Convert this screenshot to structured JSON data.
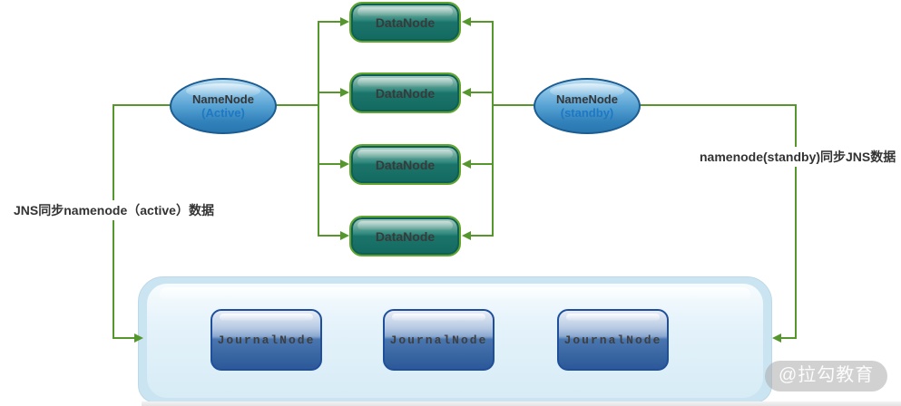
{
  "colors": {
    "connector_green": "#55962d",
    "datanode_fill": "#2a857b",
    "datanode_outline_green": "#61a52f",
    "datanode_border": "#0e5f57",
    "namenode_fill": "#4797cd",
    "namenode_border": "#1b5c92",
    "namenode_subtitle_text": "#1e78c2",
    "journalnode_fill": "#3a67a3",
    "journalnode_border": "#1f4f9b",
    "jns_container_fill": "#cbe4f1",
    "annotation_text": "#333333",
    "watermark_bg": "#ababab"
  },
  "nodes": {
    "namenodes": [
      {
        "title": "NameNode",
        "subtitle": "(Active)"
      },
      {
        "title": "NameNode",
        "subtitle": "(standby)"
      }
    ],
    "datanodes": [
      {
        "label": "DataNode"
      },
      {
        "label": "DataNode"
      },
      {
        "label": "DataNode"
      },
      {
        "label": "DataNode"
      }
    ],
    "journalnodes": [
      {
        "label": "JournalNode"
      },
      {
        "label": "JournalNode"
      },
      {
        "label": "JournalNode"
      }
    ]
  },
  "annotations": {
    "left_label": "JNS同步namenode（active）数据",
    "right_label": "namenode(standby)同步JNS数据",
    "watermark": "@拉勾教育"
  }
}
